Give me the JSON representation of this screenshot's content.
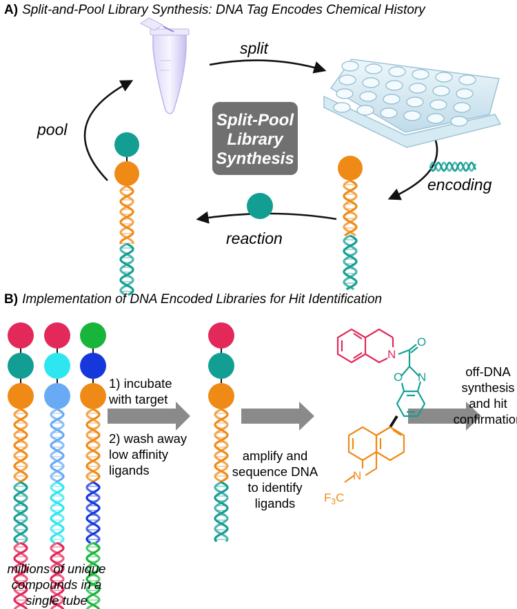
{
  "panel_a": {
    "letter": "A)",
    "title": "Split-and-Pool Library Synthesis: DNA Tag Encodes Chemical History",
    "center_box": [
      "Split-Pool",
      "Library",
      "Synthesis"
    ],
    "labels": {
      "split": "split",
      "encoding": "encoding",
      "reaction": "reaction",
      "pool": "pool"
    }
  },
  "panel_b": {
    "letter": "B)",
    "title": "Implementation of DNA Encoded Libraries for Hit Identification",
    "step1": [
      "1) incubate",
      "with target"
    ],
    "step2": [
      "2) wash away",
      "low affinity",
      "ligands"
    ],
    "step3": [
      "amplify and",
      "sequence DNA",
      "to identify",
      "ligands"
    ],
    "step4": [
      "off-DNA",
      "synthesis",
      "and hit",
      "confirmation"
    ],
    "caption": [
      "millions of unique",
      "compounds in a",
      "single tube"
    ],
    "molecule": {
      "atom_n1": "N",
      "atom_o1": "O",
      "atom_o2": "O",
      "atom_n2": "N",
      "atom_n3": "N",
      "cf3": "F",
      "cf3_sub": "3",
      "cf3_c": "C"
    }
  },
  "colors": {
    "teal": "#139e93",
    "orange": "#ef8a16",
    "red": "#e3285a",
    "cyan": "#2ee6ef",
    "light_blue": "#68aaf4",
    "green": "#17b53a",
    "blue": "#1637dc",
    "gray_box": "#707070",
    "gray_arrow": "#8a8a8a"
  }
}
